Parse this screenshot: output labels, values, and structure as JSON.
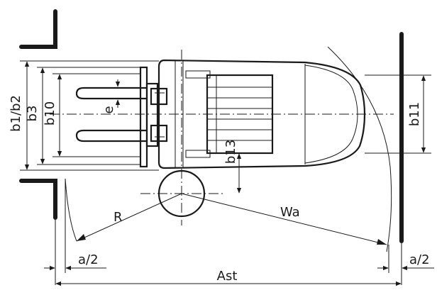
{
  "labels": {
    "b1b2": "b1/b2",
    "b3": "b3",
    "b10": "b10",
    "e": "e",
    "b13": "b13",
    "b11": "b11",
    "R": "R",
    "Wa": "Wa",
    "a2_left": "a/2",
    "a2_right": "a/2",
    "Ast": "Ast"
  }
}
